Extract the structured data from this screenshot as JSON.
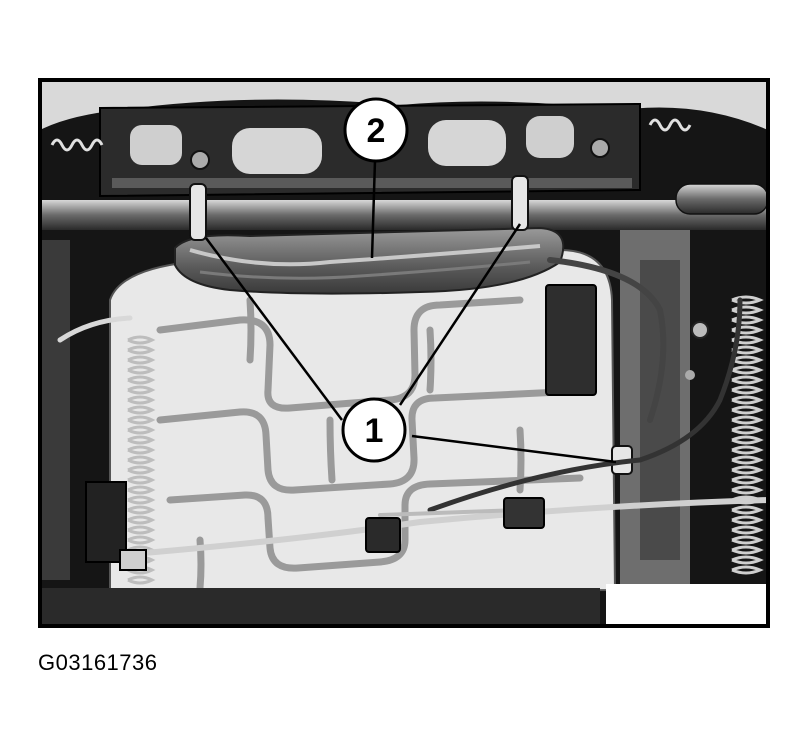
{
  "callouts": [
    {
      "label": "1"
    },
    {
      "label": "2"
    }
  ],
  "figure_id": "G03161736",
  "colors": {
    "frame_border": "#000000",
    "photo_dark": "#1a1a1a",
    "photo_mid": "#8a8a8a",
    "photo_light": "#e6e6e6",
    "callout_fill": "#ffffff"
  }
}
